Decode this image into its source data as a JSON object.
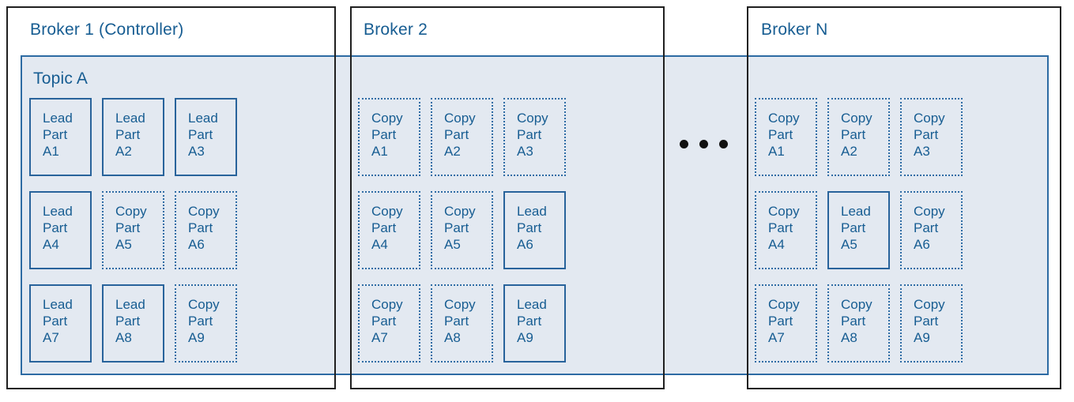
{
  "colors": {
    "accent_blue_border": "#2d6ba3",
    "cell_border_solid": "#28639b",
    "cell_border_dotted": "#2e6ca5",
    "text_blue": "#175d92",
    "band_fill": "#e3e9f1",
    "broker_border": "#202020",
    "ellipsis_dot": "#111111"
  },
  "topic_band": {
    "label": "Topic A"
  },
  "ellipsis": {
    "name": "more-brokers-ellipsis",
    "dots": 3
  },
  "brokers": [
    {
      "title": "Broker 1 (Controller)",
      "cells": [
        {
          "type": "Lead",
          "part": "A1",
          "label": "Lead\nPart\nA1"
        },
        {
          "type": "Lead",
          "part": "A2",
          "label": "Lead\nPart\nA2"
        },
        {
          "type": "Lead",
          "part": "A3",
          "label": "Lead\nPart\nA3"
        },
        {
          "type": "Lead",
          "part": "A4",
          "label": "Lead\nPart\nA4"
        },
        {
          "type": "Copy",
          "part": "A5",
          "label": "Copy\nPart\nA5"
        },
        {
          "type": "Copy",
          "part": "A6",
          "label": "Copy\nPart\nA6"
        },
        {
          "type": "Lead",
          "part": "A7",
          "label": "Lead\nPart\nA7"
        },
        {
          "type": "Lead",
          "part": "A8",
          "label": "Lead\nPart\nA8"
        },
        {
          "type": "Copy",
          "part": "A9",
          "label": "Copy\nPart\nA9"
        }
      ]
    },
    {
      "title": "Broker 2",
      "cells": [
        {
          "type": "Copy",
          "part": "A1",
          "label": "Copy\nPart\nA1"
        },
        {
          "type": "Copy",
          "part": "A2",
          "label": "Copy\nPart\nA2"
        },
        {
          "type": "Copy",
          "part": "A3",
          "label": "Copy\nPart\nA3"
        },
        {
          "type": "Copy",
          "part": "A4",
          "label": "Copy\nPart\nA4"
        },
        {
          "type": "Copy",
          "part": "A5",
          "label": "Copy\nPart\nA5"
        },
        {
          "type": "Lead",
          "part": "A6",
          "label": "Lead\nPart\nA6"
        },
        {
          "type": "Copy",
          "part": "A7",
          "label": "Copy\nPart\nA7"
        },
        {
          "type": "Copy",
          "part": "A8",
          "label": "Copy\nPart\nA8"
        },
        {
          "type": "Lead",
          "part": "A9",
          "label": "Lead\nPart\nA9"
        }
      ]
    },
    {
      "title": "Broker N",
      "cells": [
        {
          "type": "Copy",
          "part": "A1",
          "label": "Copy\nPart\nA1"
        },
        {
          "type": "Copy",
          "part": "A2",
          "label": "Copy\nPart\nA2"
        },
        {
          "type": "Copy",
          "part": "A3",
          "label": "Copy\nPart\nA3"
        },
        {
          "type": "Copy",
          "part": "A4",
          "label": "Copy\nPart\nA4"
        },
        {
          "type": "Lead",
          "part": "A5",
          "label": "Lead\nPart\nA5"
        },
        {
          "type": "Copy",
          "part": "A6",
          "label": "Copy\nPart\nA6"
        },
        {
          "type": "Copy",
          "part": "A7",
          "label": "Copy\nPart\nA7"
        },
        {
          "type": "Copy",
          "part": "A8",
          "label": "Copy\nPart\nA8"
        },
        {
          "type": "Copy",
          "part": "A9",
          "label": "Copy\nPart\nA9"
        }
      ]
    }
  ]
}
